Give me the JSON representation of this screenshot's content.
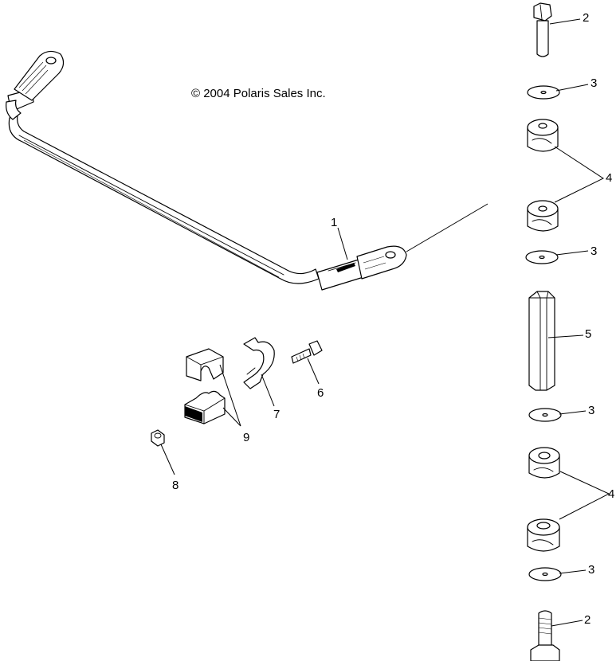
{
  "copyright": "© 2004 Polaris Sales Inc.",
  "callouts": [
    "1",
    "2",
    "3",
    "4",
    "5",
    "6",
    "7",
    "8",
    "9"
  ]
}
